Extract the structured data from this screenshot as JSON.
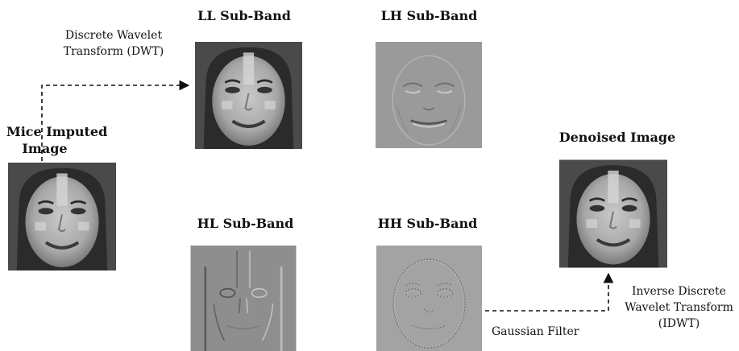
{
  "nodes": {
    "input": {
      "label_line1": "Mice Imputed",
      "label_line2": "Image"
    },
    "ll": {
      "label": "LL Sub-Band"
    },
    "lh": {
      "label": "LH Sub-Band"
    },
    "hl": {
      "label": "HL Sub-Band"
    },
    "hh": {
      "label": "HH Sub-Band"
    },
    "output": {
      "label": "Denoised Image"
    }
  },
  "edges": {
    "dwt": {
      "line1": "Discrete Wavelet",
      "line2": "Transform (DWT)"
    },
    "gaussian": {
      "label": "Gaussian Filter"
    },
    "idwt": {
      "line1": "Inverse Discrete",
      "line2": "Wavelet Transform",
      "line3": "(IDWT)"
    }
  }
}
